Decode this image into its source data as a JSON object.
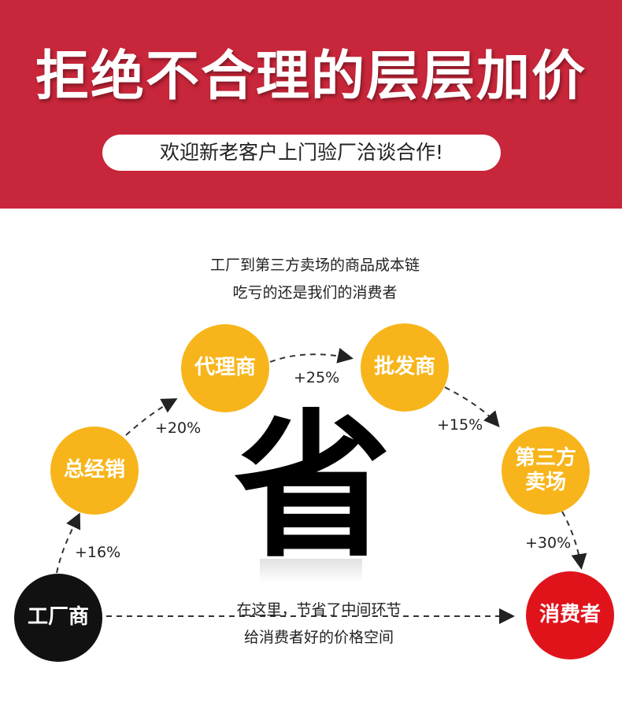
{
  "banner": {
    "headline": "拒绝不合理的层层加价",
    "subheadline": "欢迎新老客户上门验厂洽谈合作!"
  },
  "intro": {
    "line1": "工厂到第三方卖场的商品成本链",
    "line2": "吃亏的还是我们的消费者"
  },
  "nodes": {
    "factory": "工厂商",
    "distributor": "总经销",
    "agent": "代理商",
    "wholesaler": "批发商",
    "third_party_line1": "第三方",
    "third_party_line2": "卖场",
    "consumer": "消费者"
  },
  "markups": {
    "factory_to_distributor": "+16%",
    "distributor_to_agent": "+20%",
    "agent_to_wholesaler": "+25%",
    "wholesaler_to_third_party": "+15%",
    "third_party_to_consumer": "+30%"
  },
  "center": {
    "big_char": "省",
    "note_line1": "在这里，节省了中间环节",
    "note_line2": "给消费者好的价格空间"
  },
  "colors": {
    "banner": "#c8263a",
    "node_yellow": "#f7b51b",
    "node_black": "#111111",
    "node_red": "#e0131b"
  }
}
